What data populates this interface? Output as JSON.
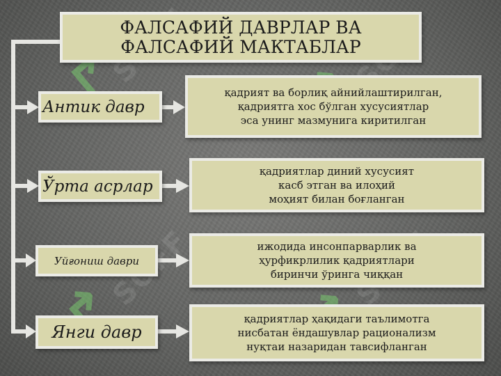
{
  "title": {
    "line1": "ФАЛСАФИЙ ДАВРЛАР ВА",
    "line2": "ФАЛСАФИЙ МАКТАБЛАР"
  },
  "eras": [
    {
      "label": "Антик давр",
      "description": [
        "қадрият ва борлиқ айнийлаштирилган,",
        "қадриятга хос бўлган хусусиятлар",
        "эса унинг мазмунига киритилган"
      ]
    },
    {
      "label": "Ўрта асрлар",
      "description": [
        "қадриятлар диний хусусият",
        "касб этган ва илоҳий",
        "моҳият билан боғланган"
      ]
    },
    {
      "label": "Уйғониш даври",
      "description": [
        "ижодида  инсонпарварлик ва",
        "ҳурфикрлилик қадриятлари",
        "биринчи ўринга чиққан"
      ]
    },
    {
      "label": "Янги давр",
      "description": [
        "қадриятлар ҳақидаги таълимотга",
        "нисбатан ёндашувлар рационализм",
        "нуқтаи назаридан тавсифланган"
      ]
    }
  ],
  "watermark": "SOFF",
  "colors": {
    "box_fill": "#d9d7ac",
    "box_border": "#ebebe6",
    "background": "#6b6c6a",
    "connector": "#e6e6e2"
  }
}
